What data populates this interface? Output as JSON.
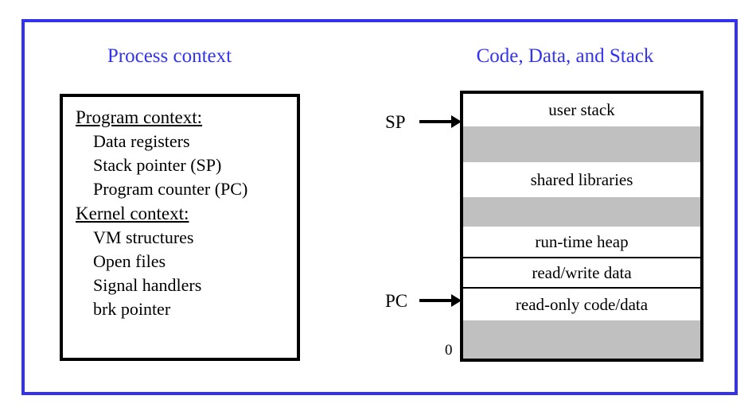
{
  "frame": {
    "border_color": "#3333ee"
  },
  "left_panel": {
    "title": "Process context",
    "groups": [
      {
        "heading": "Program context:",
        "items": [
          "Data registers",
          "Stack pointer (SP)",
          "Program counter (PC)"
        ]
      },
      {
        "heading": "Kernel context:",
        "items": [
          "VM structures",
          "Open files",
          "Signal handlers",
          "brk pointer"
        ]
      }
    ]
  },
  "right_panel": {
    "title": "Code, Data, and Stack",
    "bottom_address_label": "0",
    "pointers": [
      {
        "name": "SP",
        "label": "SP"
      },
      {
        "name": "PC",
        "label": "PC"
      }
    ],
    "segments": [
      {
        "label": "user stack",
        "fill": "blank",
        "height": 41,
        "ruled": false
      },
      {
        "label": "",
        "fill": "filled",
        "height": 45,
        "ruled": false
      },
      {
        "label": "shared libraries",
        "fill": "blank",
        "height": 44,
        "ruled": false
      },
      {
        "label": "",
        "fill": "filled",
        "height": 37,
        "ruled": false
      },
      {
        "label": "run-time heap",
        "fill": "blank",
        "height": 40,
        "ruled": true
      },
      {
        "label": "read/write data",
        "fill": "blank",
        "height": 38,
        "ruled": true
      },
      {
        "label": "read-only code/data",
        "fill": "blank",
        "height": 40,
        "ruled": false
      },
      {
        "label": "",
        "fill": "filled",
        "height": 48,
        "ruled": false
      }
    ]
  },
  "colors": {
    "title_blue": "#3333ee",
    "segment_gray": "#c0c0c0",
    "outline_black": "#000000"
  }
}
